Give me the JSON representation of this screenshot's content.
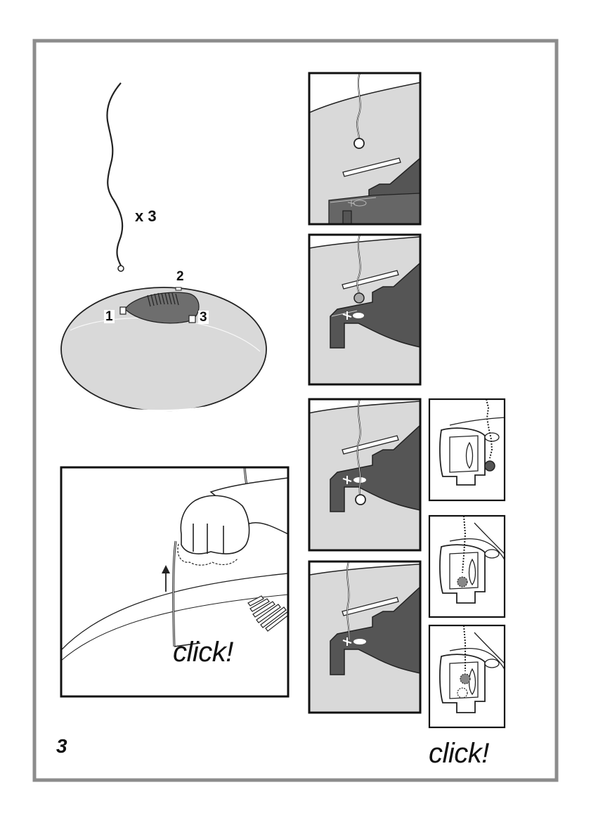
{
  "page": {
    "step_number": "3",
    "colors": {
      "frame": "#8c8c8c",
      "surface": "#d9d9d9",
      "dark_part": "#555555",
      "line": "#111111"
    }
  },
  "cable": {
    "count_label": "x 3"
  },
  "hood": {
    "point_labels": [
      "1",
      "2",
      "3"
    ]
  },
  "hand_panel": {
    "click_text": "click!"
  },
  "clip_sequence": {
    "click_text": "click!",
    "panel_count": 4,
    "detail_count": 3
  },
  "icons": [
    "cable-icon",
    "hood-icon",
    "hand-icon",
    "arrow-up-icon",
    "bracket-icon",
    "clip-detail-icon"
  ]
}
